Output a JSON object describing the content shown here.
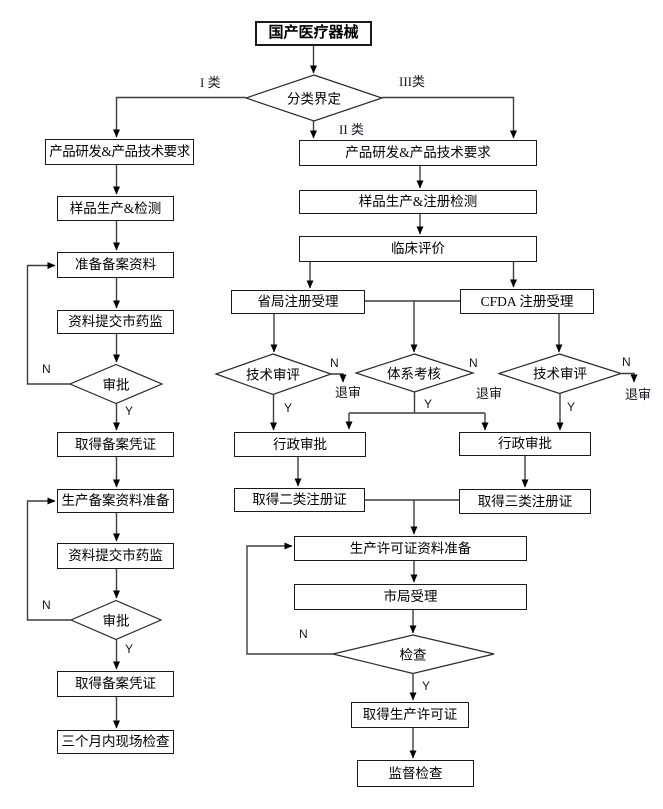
{
  "colors": {
    "background": "#ffffff",
    "line": "#3d3d3d",
    "arrowhead": "#000000",
    "box_border": "#1a1a1a",
    "text": "#000000"
  },
  "flowchart": {
    "nodes": {
      "start": {
        "shape": "rect",
        "label": "国产医疗器械"
      },
      "classify": {
        "shape": "diamond",
        "label": "分类界定"
      },
      "c1_dev": {
        "shape": "rect",
        "label": "产品研发&产品技术要求"
      },
      "c1_sample": {
        "shape": "rect",
        "label": "样品生产&检测"
      },
      "c1_record_prep": {
        "shape": "rect",
        "label": "准备备案资料"
      },
      "c1_submit1": {
        "shape": "rect",
        "label": "资料提交市药监"
      },
      "c1_approve1": {
        "shape": "diamond",
        "label": "审批"
      },
      "c1_cert1": {
        "shape": "rect",
        "label": "取得备案凭证"
      },
      "c1_prod_prep": {
        "shape": "rect",
        "label": "生产备案资料准备"
      },
      "c1_submit2": {
        "shape": "rect",
        "label": "资料提交市药监"
      },
      "c1_approve2": {
        "shape": "diamond",
        "label": "审批"
      },
      "c1_cert2": {
        "shape": "rect",
        "label": "取得备案凭证"
      },
      "c1_site_check": {
        "shape": "rect",
        "label": "三个月内现场检查"
      },
      "c23_dev": {
        "shape": "rect",
        "label": "产品研发&产品技术要求"
      },
      "c23_sample": {
        "shape": "rect",
        "label": "样品生产&注册检测"
      },
      "c23_clinical": {
        "shape": "rect",
        "label": "临床评价"
      },
      "prov_accept": {
        "shape": "rect",
        "label": "省局注册受理"
      },
      "cfda_accept": {
        "shape": "rect",
        "label": "CFDA 注册受理"
      },
      "tech_review_l": {
        "shape": "diamond",
        "label": "技术审评"
      },
      "system_audit": {
        "shape": "diamond",
        "label": "体系考核"
      },
      "tech_review_r": {
        "shape": "diamond",
        "label": "技术审评"
      },
      "admin_approve_l": {
        "shape": "rect",
        "label": "行政审批"
      },
      "admin_approve_r": {
        "shape": "rect",
        "label": "行政审批"
      },
      "cert_class2": {
        "shape": "rect",
        "label": "取得二类注册证"
      },
      "cert_class3": {
        "shape": "rect",
        "label": "取得三类注册证"
      },
      "license_prep": {
        "shape": "rect",
        "label": "生产许可证资料准备"
      },
      "city_accept": {
        "shape": "rect",
        "label": "市局受理"
      },
      "inspect": {
        "shape": "diamond",
        "label": "检查"
      },
      "license": {
        "shape": "rect",
        "label": "取得生产许可证"
      },
      "supervision": {
        "shape": "rect",
        "label": "监督检查"
      }
    },
    "edge_labels": {
      "class1": "I 类",
      "class2": "II 类",
      "class3": "III类",
      "yes": "Y",
      "no": "N",
      "reject": "退审"
    },
    "edges": [
      {
        "from": "start",
        "to": "classify"
      },
      {
        "from": "classify",
        "to": "c1_dev",
        "label": "I 类"
      },
      {
        "from": "classify",
        "to": "c23_dev",
        "label": "II 类"
      },
      {
        "from": "classify",
        "to": "c23_dev",
        "label": "III类"
      },
      {
        "from": "c1_dev",
        "to": "c1_sample"
      },
      {
        "from": "c1_sample",
        "to": "c1_record_prep"
      },
      {
        "from": "c1_record_prep",
        "to": "c1_submit1"
      },
      {
        "from": "c1_submit1",
        "to": "c1_approve1"
      },
      {
        "from": "c1_approve1",
        "to": "c1_record_prep",
        "label": "N"
      },
      {
        "from": "c1_approve1",
        "to": "c1_cert1",
        "label": "Y"
      },
      {
        "from": "c1_cert1",
        "to": "c1_prod_prep"
      },
      {
        "from": "c1_prod_prep",
        "to": "c1_submit2"
      },
      {
        "from": "c1_submit2",
        "to": "c1_approve2"
      },
      {
        "from": "c1_approve2",
        "to": "c1_prod_prep",
        "label": "N"
      },
      {
        "from": "c1_approve2",
        "to": "c1_cert2",
        "label": "Y"
      },
      {
        "from": "c1_cert2",
        "to": "c1_site_check"
      },
      {
        "from": "c23_dev",
        "to": "c23_sample"
      },
      {
        "from": "c23_sample",
        "to": "c23_clinical"
      },
      {
        "from": "c23_clinical",
        "to": "prov_accept"
      },
      {
        "from": "c23_clinical",
        "to": "cfda_accept"
      },
      {
        "from": "prov_accept",
        "to": "tech_review_l"
      },
      {
        "from": "prov_accept",
        "to": "system_audit"
      },
      {
        "from": "cfda_accept",
        "to": "system_audit"
      },
      {
        "from": "cfda_accept",
        "to": "tech_review_r"
      },
      {
        "from": "tech_review_l",
        "to": "reject",
        "label": "N"
      },
      {
        "from": "tech_review_l",
        "to": "admin_approve_l",
        "label": "Y"
      },
      {
        "from": "system_audit",
        "to": "reject",
        "label": "N"
      },
      {
        "from": "system_audit",
        "to": "admin_approve_l",
        "label": "Y"
      },
      {
        "from": "system_audit",
        "to": "admin_approve_r",
        "label": "Y"
      },
      {
        "from": "tech_review_r",
        "to": "reject",
        "label": "N"
      },
      {
        "from": "tech_review_r",
        "to": "admin_approve_r",
        "label": "Y"
      },
      {
        "from": "admin_approve_l",
        "to": "cert_class2"
      },
      {
        "from": "admin_approve_r",
        "to": "cert_class3"
      },
      {
        "from": "cert_class2",
        "to": "license_prep"
      },
      {
        "from": "cert_class3",
        "to": "license_prep"
      },
      {
        "from": "license_prep",
        "to": "city_accept"
      },
      {
        "from": "city_accept",
        "to": "inspect"
      },
      {
        "from": "inspect",
        "to": "license_prep",
        "label": "N"
      },
      {
        "from": "inspect",
        "to": "license",
        "label": "Y"
      },
      {
        "from": "license",
        "to": "supervision"
      }
    ]
  }
}
